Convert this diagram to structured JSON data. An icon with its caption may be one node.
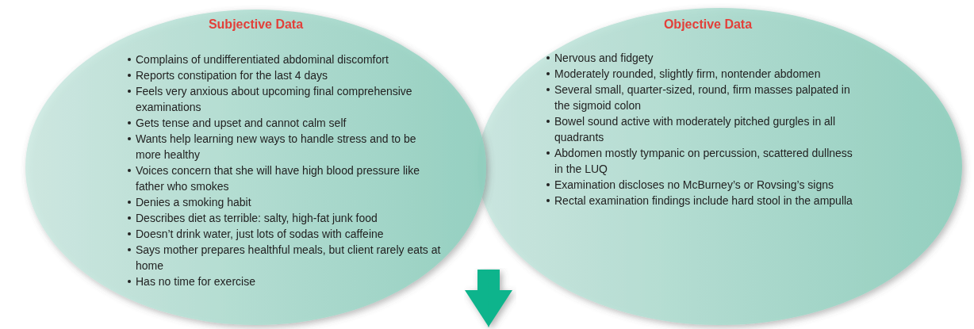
{
  "diagram": {
    "nodes": [
      {
        "text": [
          "Subjective Data",
          "Complains of undifferentiated abdominal discomfort",
          "Reports constipation for the last 4 days",
          "Feels very anxious about upcoming final comprehensive examinations",
          "Gets tense and upset and cannot calm self",
          "Wants help learning new ways to handle stress and to be more healthy",
          "Voices concern that she will have high blood pressure like father who smokes",
          "Denies a smoking habit",
          "Describes diet as terrible: salty, high-fat junk food",
          "Doesn’t drink water, just lots of sodas with caffeine",
          "Says mother prepares healthful meals, but client rarely eats at home",
          "Has no time for exercise"
        ]
      },
      {
        "text": [
          "Objective Data",
          "Nervous and fidgety",
          "Moderately rounded, slightly firm, nontender abdomen",
          "Several small, quarter-sized, round, firm masses palpated in the sigmoid colon",
          "Bowel sound active with moderately pitched gurgles in all quadrants",
          "Abdomen mostly tympanic on percussion, scattered dullness in the LUQ",
          "Examination discloses no McBurney’s or Rovsing’s signs",
          "Rectal examination findings include hard stool in the ampulla"
        ]
      }
    ],
    "edges": [
      {
        "from": 0,
        "to": null,
        "arrow": "to"
      },
      {
        "from": 1,
        "to": null,
        "arrow": "to"
      }
    ]
  }
}
